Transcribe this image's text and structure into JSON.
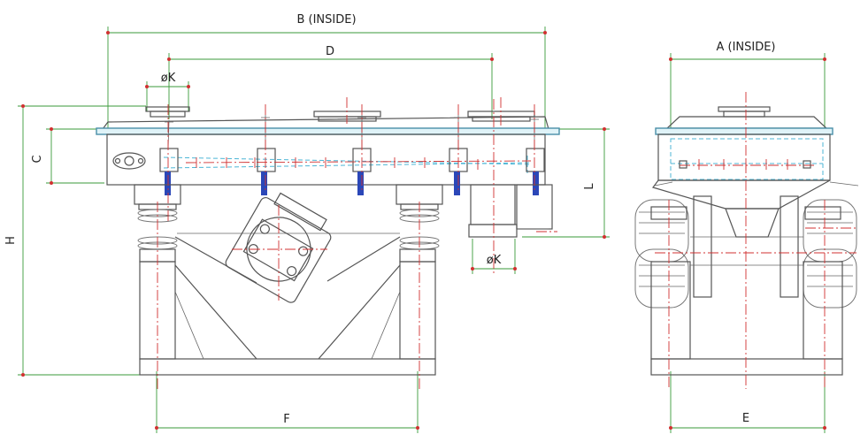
{
  "colors": {
    "outline": "#555555",
    "dimension": "#3a9a3a",
    "centerline": "#d03030",
    "hidden_line": "#4db6d6",
    "rod": "#2b47b8"
  },
  "dimensions": {
    "b": "B (INSIDE)",
    "d": "D",
    "k_top": "øK",
    "c": "C",
    "h": "H",
    "l": "L",
    "k_bottom": "øK",
    "f": "F",
    "a": "A (INSIDE)",
    "e": "E"
  }
}
